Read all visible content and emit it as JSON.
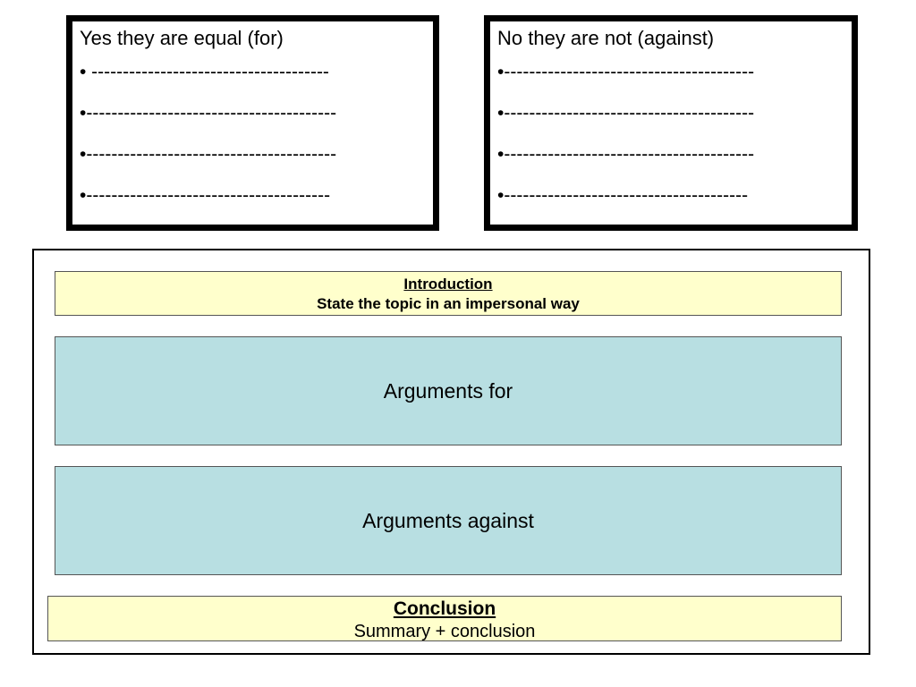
{
  "for_box": {
    "title": "Yes they are equal (for)",
    "bullets": [
      "•  --------------------------------------",
      "•----------------------------------------",
      "•----------------------------------------",
      "•---------------------------------------"
    ]
  },
  "against_box": {
    "title": "No they are not (against)",
    "bullets": [
      "•----------------------------------------",
      "•----------------------------------------",
      "•----------------------------------------",
      "•---------------------------------------"
    ]
  },
  "structure": {
    "introduction": {
      "heading": "Introduction",
      "text": "State the topic in an impersonal way"
    },
    "arguments_for": "Arguments for",
    "arguments_against": "Arguments against",
    "conclusion": {
      "heading": "Conclusion",
      "text": "Summary + conclusion"
    }
  },
  "colors": {
    "intro_fill": "#ffffcc",
    "arguments_fill": "#b8dfe2",
    "border": "#000000"
  }
}
